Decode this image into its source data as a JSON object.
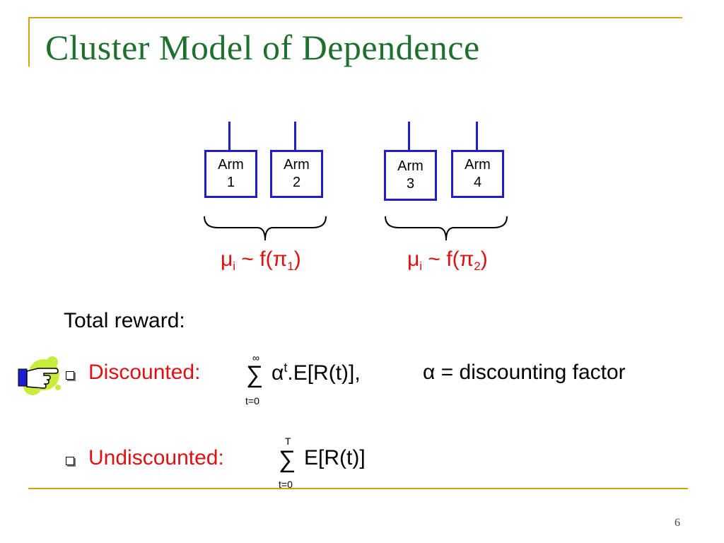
{
  "title": "Cluster Model of Dependence",
  "arms": [
    {
      "word": "Arm",
      "num": "1"
    },
    {
      "word": "Arm",
      "num": "2"
    },
    {
      "word": "Arm",
      "num": "3"
    },
    {
      "word": "Arm",
      "num": "4"
    }
  ],
  "formulas": [
    {
      "mu": "μ",
      "mu_sub": "i",
      "tilde_f": " ~ f(π",
      "pi_sub": "1",
      "close": ")"
    },
    {
      "mu": "μ",
      "mu_sub": "i",
      "tilde_f": " ~ f(π",
      "pi_sub": "2",
      "close": ")"
    }
  ],
  "total_reward": "Total reward:",
  "discounted": {
    "label": "Discounted:",
    "sigma": "∑",
    "upper": "∞",
    "lower": "t=0",
    "alpha": "α",
    "sup": "t",
    "expr": ".E[R(t)],",
    "note": "α = discounting factor"
  },
  "undiscounted": {
    "label": "Undiscounted:",
    "sigma": "∑",
    "upper": "T",
    "lower": "t=0",
    "expr": "E[R(t)]"
  },
  "page_number": "6",
  "colors": {
    "title": "#1f6f2f",
    "accent_line": "#d6a300",
    "arm_border": "#1e1ed0",
    "formula_red": "#e01010"
  },
  "icons": {
    "pointer": "pointing-hand-icon",
    "bullet": "hollow-square-bullet-icon"
  }
}
